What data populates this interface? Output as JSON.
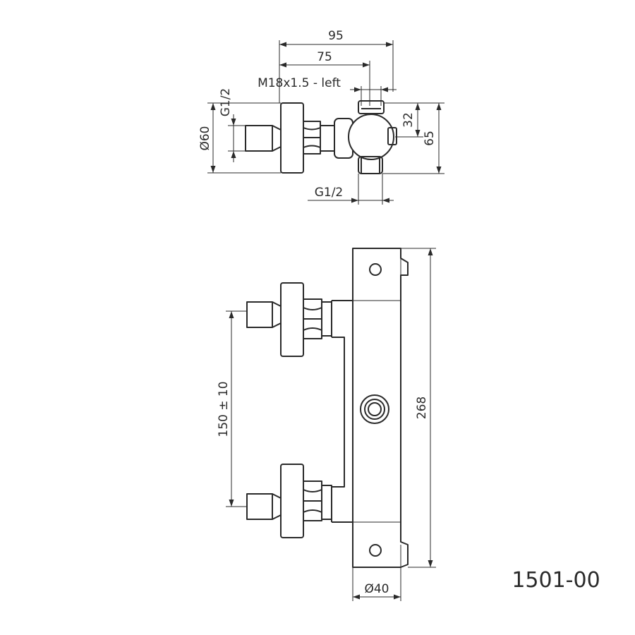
{
  "drawing": {
    "product_code": "1501-00",
    "dimensions": {
      "width_total": "95",
      "width_axis": "75",
      "thread_outlet": "M18x1.5 - left",
      "inlet_thread_side": "G1/2",
      "flange_diameter": "Ø60",
      "body_offset": "32",
      "depth_total": "65",
      "outlet_thread_bottom": "G1/2",
      "inlet_spacing": "150 ± 10",
      "height_total": "268",
      "body_diameter": "Ø40"
    }
  }
}
